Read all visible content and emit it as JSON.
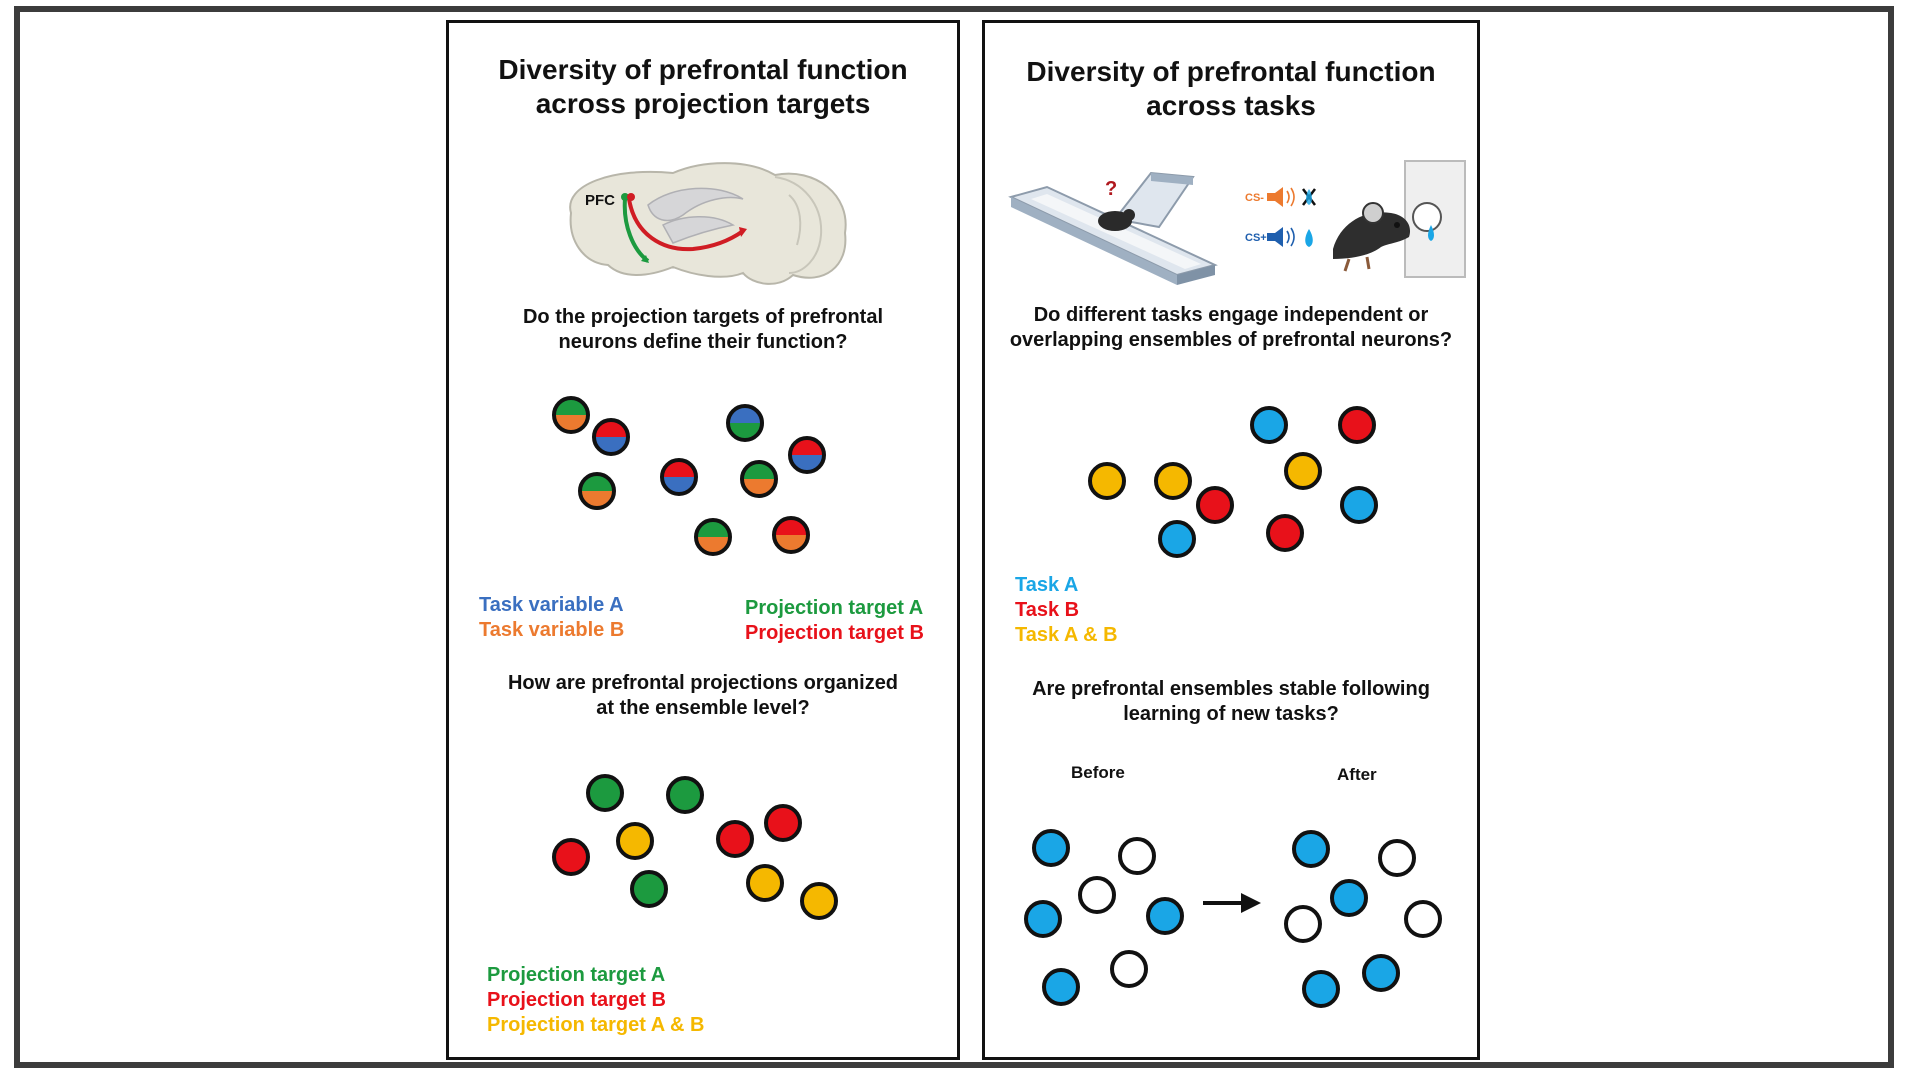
{
  "colors": {
    "green": "#1c9a3f",
    "red": "#e8111a",
    "blue": "#3a6fc0",
    "orange": "#ec7a2f",
    "yellow": "#f5b800",
    "cyan": "#1aa6e6",
    "outline": "#111111"
  },
  "left_panel": {
    "title": "Diversity of prefrontal function\nacross projection targets",
    "brain_label": "PFC",
    "question1": "Do the projection targets of prefrontal\nneurons define their function?",
    "legend_task_a": "Task variable A",
    "legend_task_b": "Task variable B",
    "legend_proj_a": "Projection target A",
    "legend_proj_b": "Projection target B",
    "question2": "How are prefrontal projections organized\nat the ensemble level?",
    "legend2_a": "Projection target A",
    "legend2_b": "Projection target B",
    "legend2_ab": "Projection target A & B",
    "split_neurons": [
      {
        "top": "green",
        "bottom": "orange"
      },
      {
        "top": "red",
        "bottom": "blue"
      },
      {
        "top": "blue",
        "bottom": "green"
      },
      {
        "top": "red",
        "bottom": "blue"
      },
      {
        "top": "green",
        "bottom": "orange"
      },
      {
        "top": "red",
        "bottom": "blue"
      },
      {
        "top": "green",
        "bottom": "orange"
      },
      {
        "top": "green",
        "bottom": "orange"
      },
      {
        "top": "red",
        "bottom": "orange"
      }
    ],
    "ensemble_neurons": [
      "green",
      "green",
      "red",
      "yellow",
      "red",
      "red",
      "green",
      "yellow",
      "yellow"
    ]
  },
  "right_panel": {
    "title": "Diversity of prefrontal function\nacross tasks",
    "cs_minus": "CS-",
    "cs_plus": "CS+",
    "question_mark": "?",
    "question1": "Do different tasks engage independent or\noverlapping ensembles of prefrontal neurons?",
    "task_neurons": [
      "cyan",
      "red",
      "yellow",
      "yellow",
      "yellow",
      "red",
      "cyan",
      "red",
      "cyan"
    ],
    "legend_a": "Task A",
    "legend_b": "Task B",
    "legend_ab": "Task A & B",
    "question2": "Are prefrontal ensembles stable following\nlearning of new tasks?",
    "before_label": "Before",
    "after_label": "After",
    "before_neurons": [
      "cyan",
      "white",
      "white",
      "cyan",
      "cyan",
      "cyan",
      "white"
    ],
    "after_neurons": [
      "cyan",
      "white",
      "cyan",
      "white",
      "white",
      "cyan",
      "cyan"
    ]
  }
}
